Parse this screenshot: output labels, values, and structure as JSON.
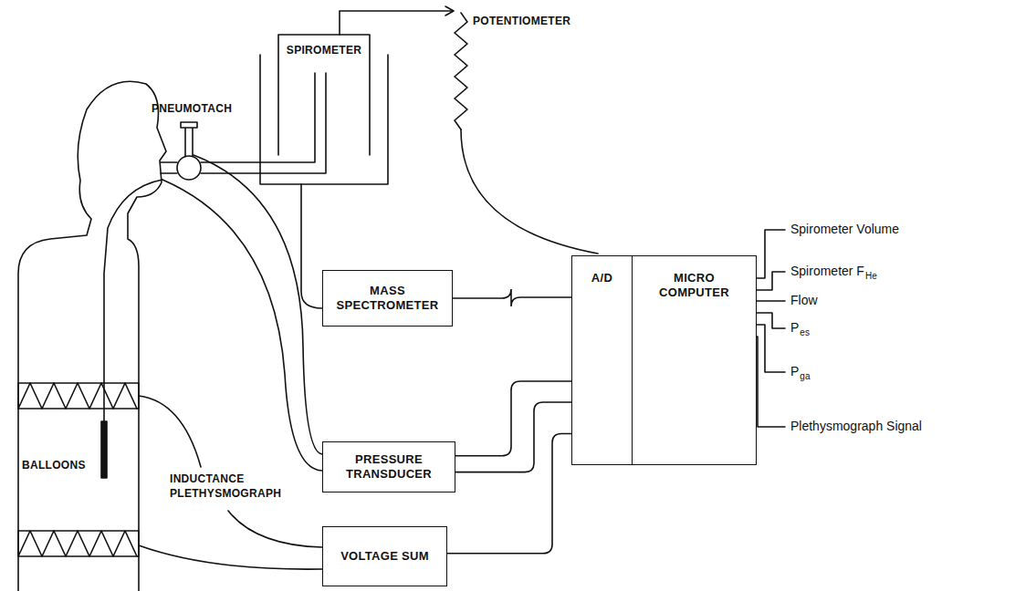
{
  "diagram": {
    "nodes": [
      {
        "text": [
          "MASS SPECTROMETER"
        ]
      },
      {
        "text": [
          "PRESSURE TRANSDUCER"
        ]
      },
      {
        "text": [
          "VOLTAGE SUM"
        ]
      },
      {
        "text": [
          "A/D"
        ]
      },
      {
        "text": [
          "MICRO COMPUTER"
        ]
      }
    ],
    "edges": [
      {
        "from": 0,
        "to": 3,
        "arrow": "none"
      },
      {
        "from": 1,
        "to": 3,
        "arrow": "none"
      },
      {
        "from": 1,
        "to": 3,
        "arrow": "none"
      },
      {
        "from": 2,
        "to": 3,
        "arrow": "none"
      }
    ],
    "labels": [
      "SPIROMETER",
      "POTENTIOMETER",
      "PNEUMOTACH",
      "BALLOONS",
      "INDUCTANCE PLETHYSMOGRAPH",
      "Spirometer Volume",
      "Spirometer F",
      "He",
      "Flow",
      "P",
      "es",
      "P",
      "ga",
      "Plethysmograph Signal"
    ]
  }
}
